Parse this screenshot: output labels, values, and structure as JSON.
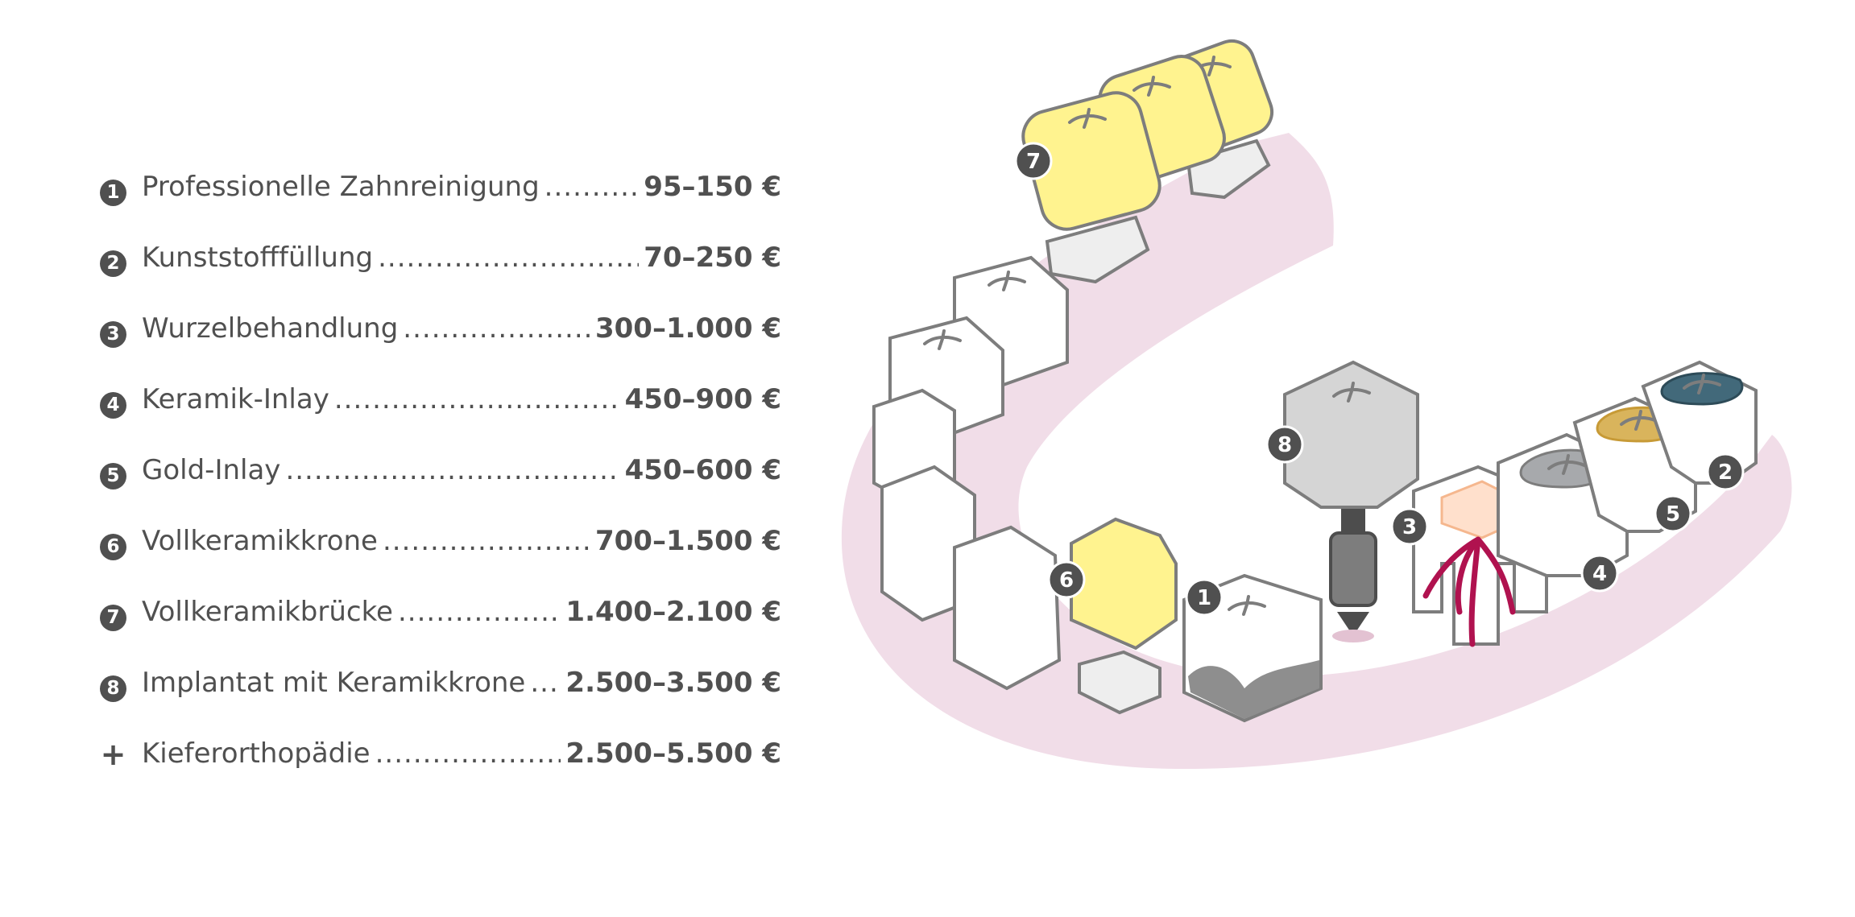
{
  "colors": {
    "text": "#505050",
    "gum": "#f1dde8",
    "tooth_fill": "#ffffff",
    "tooth_outline": "#7d7d7d",
    "ceramic_yellow": "#fff38f",
    "gold_inlay": "#d9b45c",
    "gray_inlay": "#a7a9ac",
    "blue_inlay": "#42697a",
    "pulp": "#ffe0cc",
    "nerve": "#b0124f",
    "implant": "#4d4d4d"
  },
  "treatments": [
    {
      "marker": "1",
      "label": "Professionelle Zahnreinigung",
      "price": "95–150 €"
    },
    {
      "marker": "2",
      "label": "Kunststofffüllung",
      "price": "70–250 €"
    },
    {
      "marker": "3",
      "label": "Wurzelbehandlung",
      "price": "300–1.000 €"
    },
    {
      "marker": "4",
      "label": "Keramik-Inlay",
      "price": "450–900 €"
    },
    {
      "marker": "5",
      "label": "Gold-Inlay",
      "price": "450–600 €"
    },
    {
      "marker": "6",
      "label": "Vollkeramikkrone",
      "price": "700–1.500 €"
    },
    {
      "marker": "7",
      "label": "Vollkeramikbrücke",
      "price": "1.400–2.100 €"
    },
    {
      "marker": "8",
      "label": "Implantat mit Keramikkrone",
      "price": "2.500–3.500 €"
    },
    {
      "marker": "+",
      "label": "Kieferorthopädie",
      "price": "2.500–5.500 €"
    }
  ],
  "illustration_markers": [
    "1",
    "2",
    "3",
    "4",
    "5",
    "6",
    "7",
    "8"
  ]
}
